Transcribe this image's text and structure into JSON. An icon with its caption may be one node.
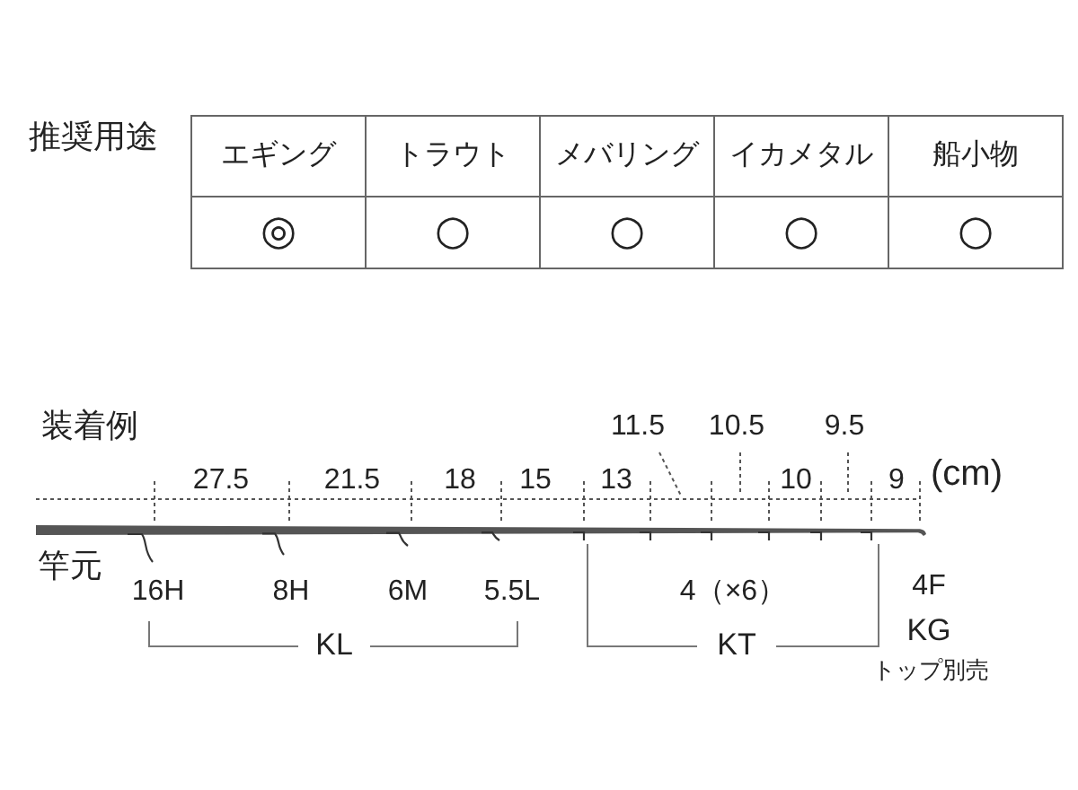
{
  "diagram": {
    "labels": [
      "推奨用途",
      "エギング",
      "トラウト",
      "メバリング",
      "イカメタル",
      "船小物",
      "◎",
      "○",
      "○",
      "○",
      "○",
      "装着例",
      "11.5",
      "10.5",
      "9.5",
      "27.5",
      "21.5",
      "18",
      "15",
      "13",
      "10",
      "9",
      "(cm)",
      "竿元",
      "16H",
      "8H",
      "6M",
      "5.5L",
      "4（×6）",
      "4F",
      "KL",
      "KT",
      "KG",
      "トップ別売"
    ]
  }
}
